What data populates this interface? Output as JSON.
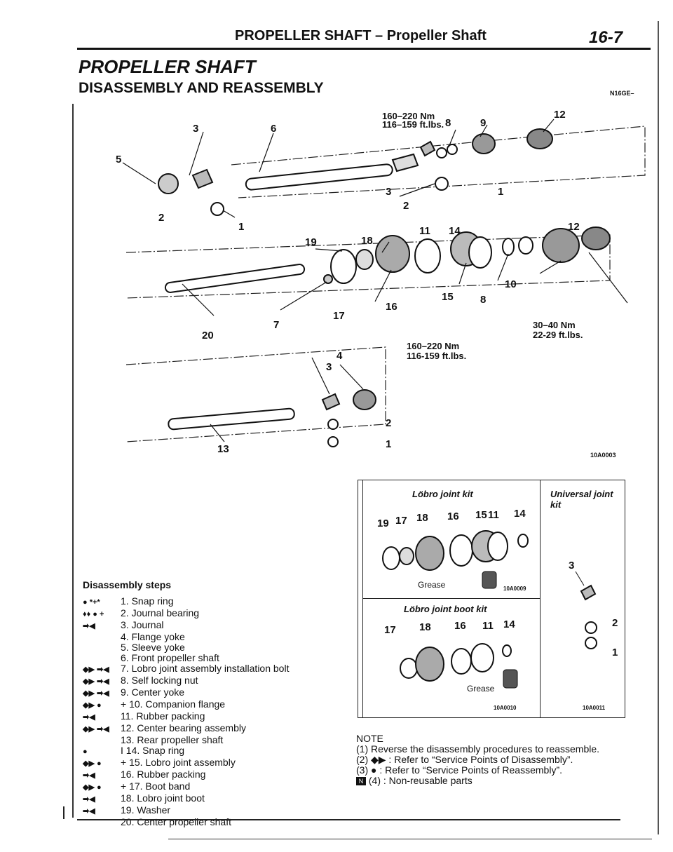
{
  "header": {
    "title": "PROPELLER SHAFT – Propeller Shaft",
    "page_number": "16-7"
  },
  "section": {
    "title": "PROPELLER SHAFT",
    "subtitle": "DISASSEMBLY AND REASSEMBLY",
    "code": "N16GE–"
  },
  "diagram": {
    "figure_code": "10A0003",
    "torque_1_nm": "160–220 Nm",
    "torque_1_ftlbs": "116–159 ft.lbs.",
    "torque_2_nm": "30–40 Nm",
    "torque_2_ftlbs": "22-29 ft.lbs.",
    "torque_3_nm": "160–220 Nm",
    "torque_3_ftlbs": "116-159 ft.lbs."
  },
  "steps": {
    "heading": "Disassembly steps",
    "items": [
      {
        "mark": "● *+*",
        "text": "1. Snap ring"
      },
      {
        "mark": "♦♦ ● +",
        "text": "2. Journal bearing"
      },
      {
        "mark": "➡◀",
        "text": "3. Journal"
      },
      {
        "mark": "",
        "text": "4. Flange yoke"
      },
      {
        "mark": "",
        "text": "5. Sleeve yoke"
      },
      {
        "mark": "",
        "text": "6. Front propeller shaft"
      },
      {
        "mark": "◆▶ ➡◀",
        "text": "7. Lobro joint assembly installation bolt"
      },
      {
        "mark": "◆▶ ➡◀",
        "text": "8. Self locking nut"
      },
      {
        "mark": "◆▶ ➡◀",
        "text": "9. Center yoke"
      },
      {
        "mark": "◆▶ ●",
        "text": "+ 10. Companion flange"
      },
      {
        "mark": "➡◀",
        "text": "11. Rubber packing"
      },
      {
        "mark": "◆▶ ➡◀",
        "text": "12. Center bearing assembly"
      },
      {
        "mark": "",
        "text": "13. Rear propeller shaft"
      },
      {
        "mark": "●",
        "text": "I 14. Snap ring"
      },
      {
        "mark": "◆▶ ●",
        "text": "+ 15. Lobro joint assembly"
      },
      {
        "mark": "➡◀",
        "text": "16. Rubber packing"
      },
      {
        "mark": "◆▶ ●",
        "text": "+ 17. Boot band"
      },
      {
        "mark": "➡◀",
        "text": "18. Lobro joint boot"
      },
      {
        "mark": "➡◀",
        "text": "19. Washer"
      },
      {
        "mark": "",
        "text": "20. Center propeller shaft"
      }
    ]
  },
  "kits": {
    "lobro_joint_kit": "Löbro joint kit",
    "universal_joint_kit": "Universal joint kit",
    "lobro_joint_boot_kit": "Löbro joint boot kit",
    "grease": "Grease",
    "code_a": "10A0009",
    "code_b": "10A0010",
    "code_c": "10A0011"
  },
  "note": {
    "heading": "NOTE",
    "line1": "(1) Reverse the disassembly procedures to reassemble.",
    "line2": "(2) ◆▶ : Refer to “Service Points of Disassembly”.",
    "line3": "(3) ● : Refer to “Service Points of Reassembly”.",
    "line4_badge": "N",
    "line4": "(4) : Non-reusable parts"
  }
}
